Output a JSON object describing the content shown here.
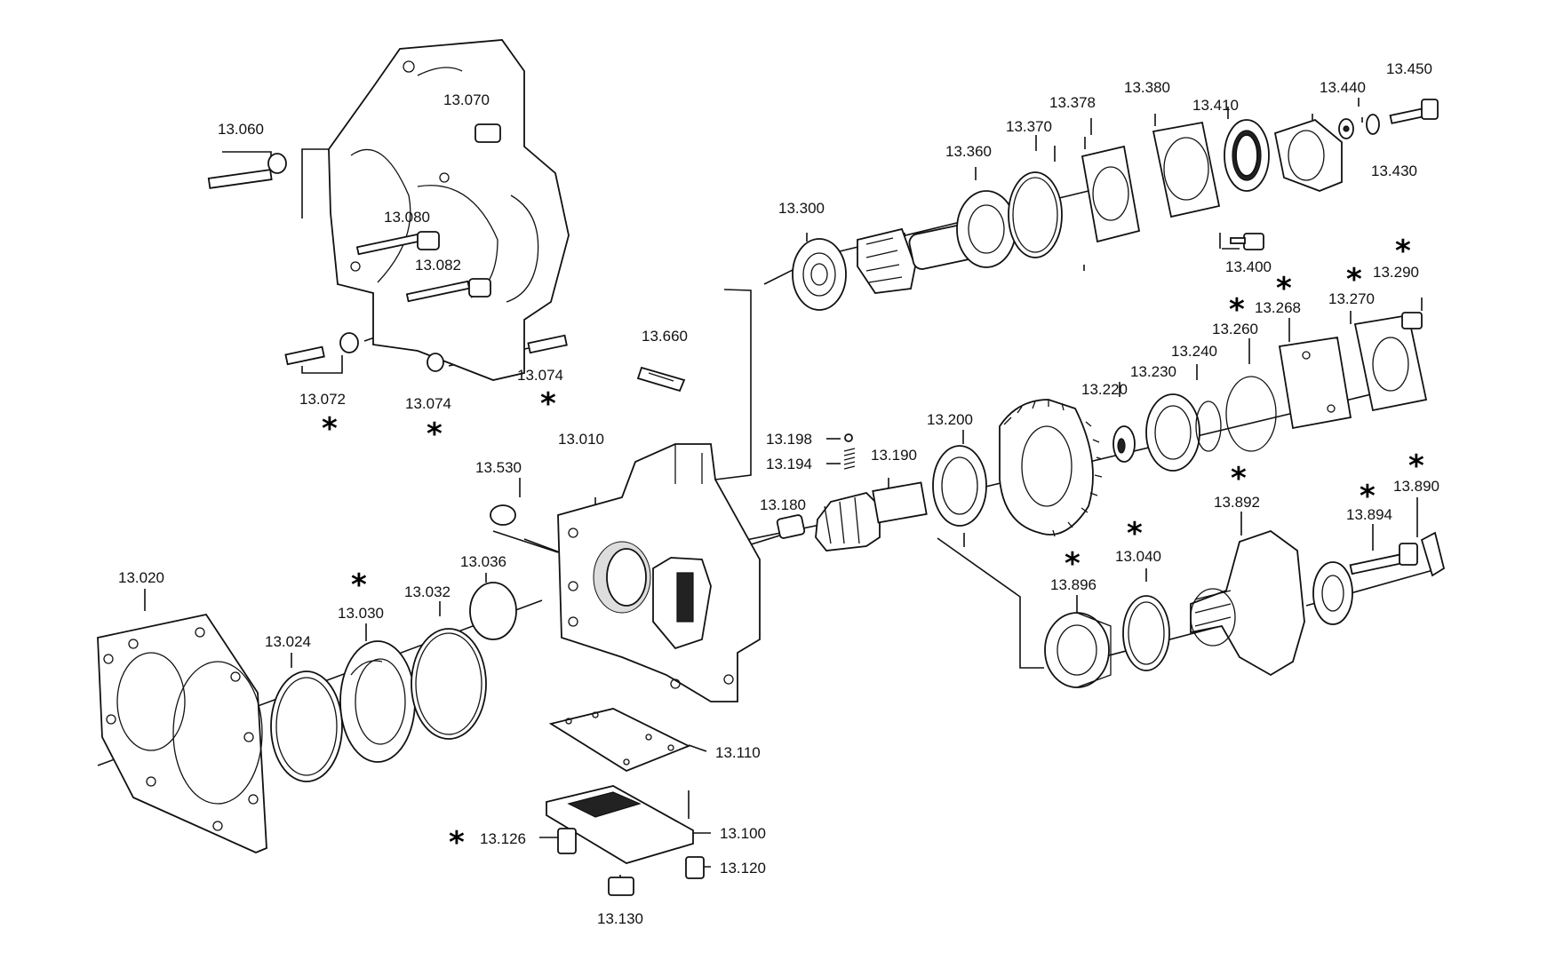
{
  "labels": {
    "p13060": "13.060",
    "p13070": "13.070",
    "p13080": "13.080",
    "p13082": "13.082",
    "p13072": "13.072",
    "p13074a": "13.074",
    "p13074b": "13.074",
    "p13300": "13.300",
    "p13360": "13.360",
    "p13370": "13.370",
    "p13378": "13.378",
    "p13380": "13.380",
    "p13410": "13.410",
    "p13440": "13.440",
    "p13450": "13.450",
    "p13430": "13.430",
    "p13400": "13.400",
    "p13290": "13.290",
    "p13270": "13.270",
    "p13268": "13.268",
    "p13260": "13.260",
    "p13240": "13.240",
    "p13230": "13.230",
    "p13220": "13.220",
    "p13660": "13.660",
    "p13198": "13.198",
    "p13194": "13.194",
    "p13190": "13.190",
    "p13200": "13.200",
    "p13180": "13.180",
    "p13010": "13.010",
    "p13530": "13.530",
    "p13020": "13.020",
    "p13024": "13.024",
    "p13030": "13.030",
    "p13032": "13.032",
    "p13036": "13.036",
    "p13896": "13.896",
    "p13040": "13.040",
    "p13892": "13.892",
    "p13894": "13.894",
    "p13890": "13.890",
    "p13110": "13.110",
    "p13100": "13.100",
    "p13126": "13.126",
    "p13120": "13.120",
    "p13130": "13.130"
  },
  "asterisk": "*"
}
